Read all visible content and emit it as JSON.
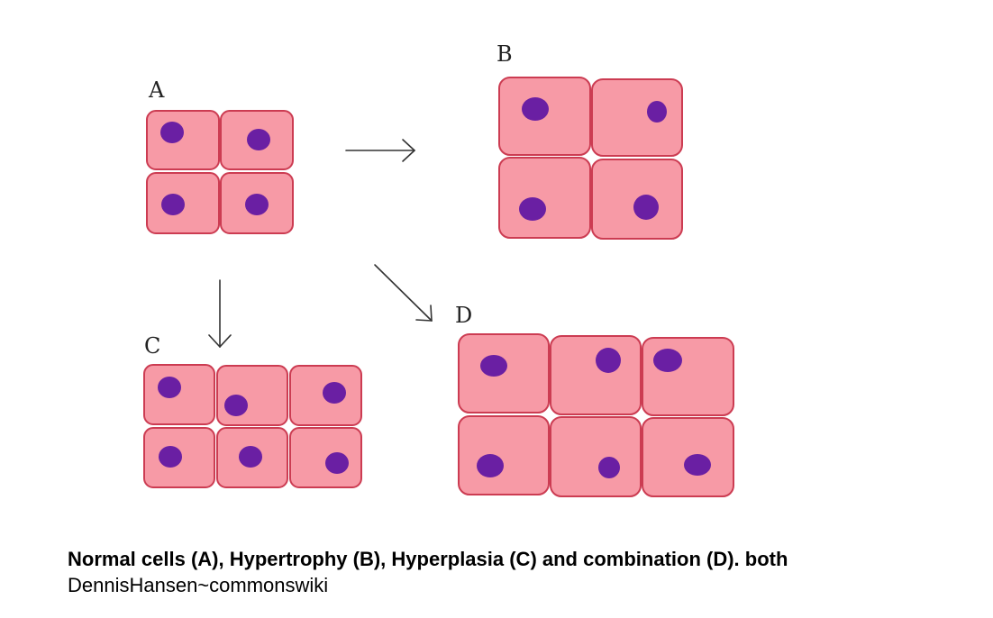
{
  "colors": {
    "cell_fill": "#f79aa6",
    "cell_stroke": "#cc3c52",
    "nucleus": "#6a1fa3"
  },
  "labels": {
    "a": "A",
    "b": "B",
    "c": "C",
    "d": "D"
  },
  "caption": {
    "main": "Normal cells (A), Hypertrophy (B), Hyperplasia (C) and combination (D). both",
    "credit": "DennisHansen~commonswiki"
  }
}
